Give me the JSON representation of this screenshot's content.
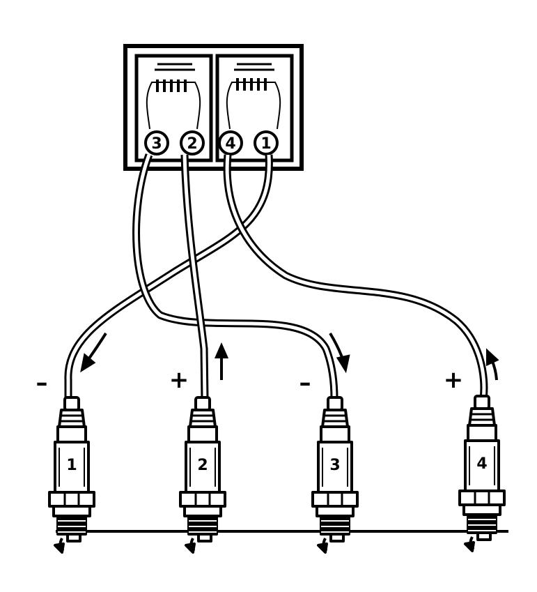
{
  "coil_pack": {
    "terminals": [
      {
        "label": "3"
      },
      {
        "label": "2"
      },
      {
        "label": "4"
      },
      {
        "label": "1"
      }
    ]
  },
  "plugs": [
    {
      "label": "1",
      "polarity": "–"
    },
    {
      "label": "2",
      "polarity": "+"
    },
    {
      "label": "3",
      "polarity": "–"
    },
    {
      "label": "4",
      "polarity": "+"
    }
  ]
}
